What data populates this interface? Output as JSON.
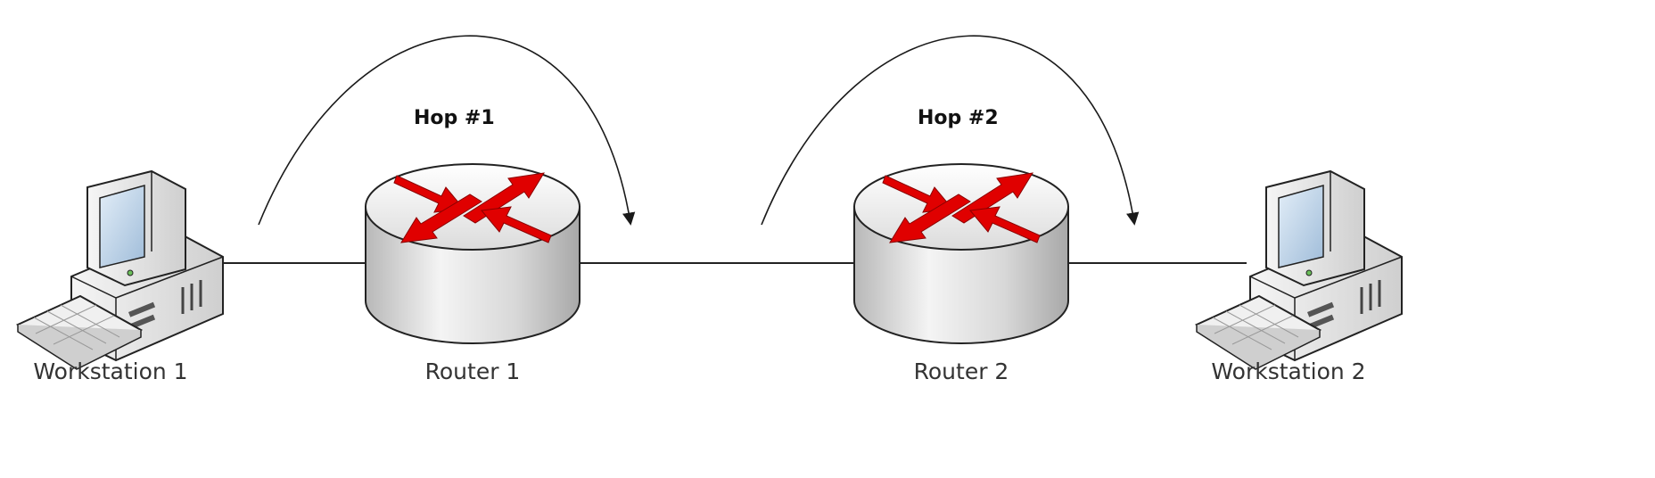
{
  "diagram": {
    "nodes": [
      {
        "id": "ws1",
        "kind": "workstation",
        "label": "Workstation 1"
      },
      {
        "id": "r1",
        "kind": "router",
        "label": "Router 1"
      },
      {
        "id": "r2",
        "kind": "router",
        "label": "Router 2"
      },
      {
        "id": "ws2",
        "kind": "workstation",
        "label": "Workstation 2"
      }
    ],
    "hops": [
      {
        "label": "Hop #1"
      },
      {
        "label": "Hop #2"
      }
    ],
    "colors": {
      "line": "#222222",
      "router_arrows": "#e00000",
      "device_body": "#e9e9e9",
      "screen": "#bcd3ea"
    },
    "icons": [
      "workstation-icon",
      "router-icon",
      "curved-arrow-icon"
    ]
  }
}
